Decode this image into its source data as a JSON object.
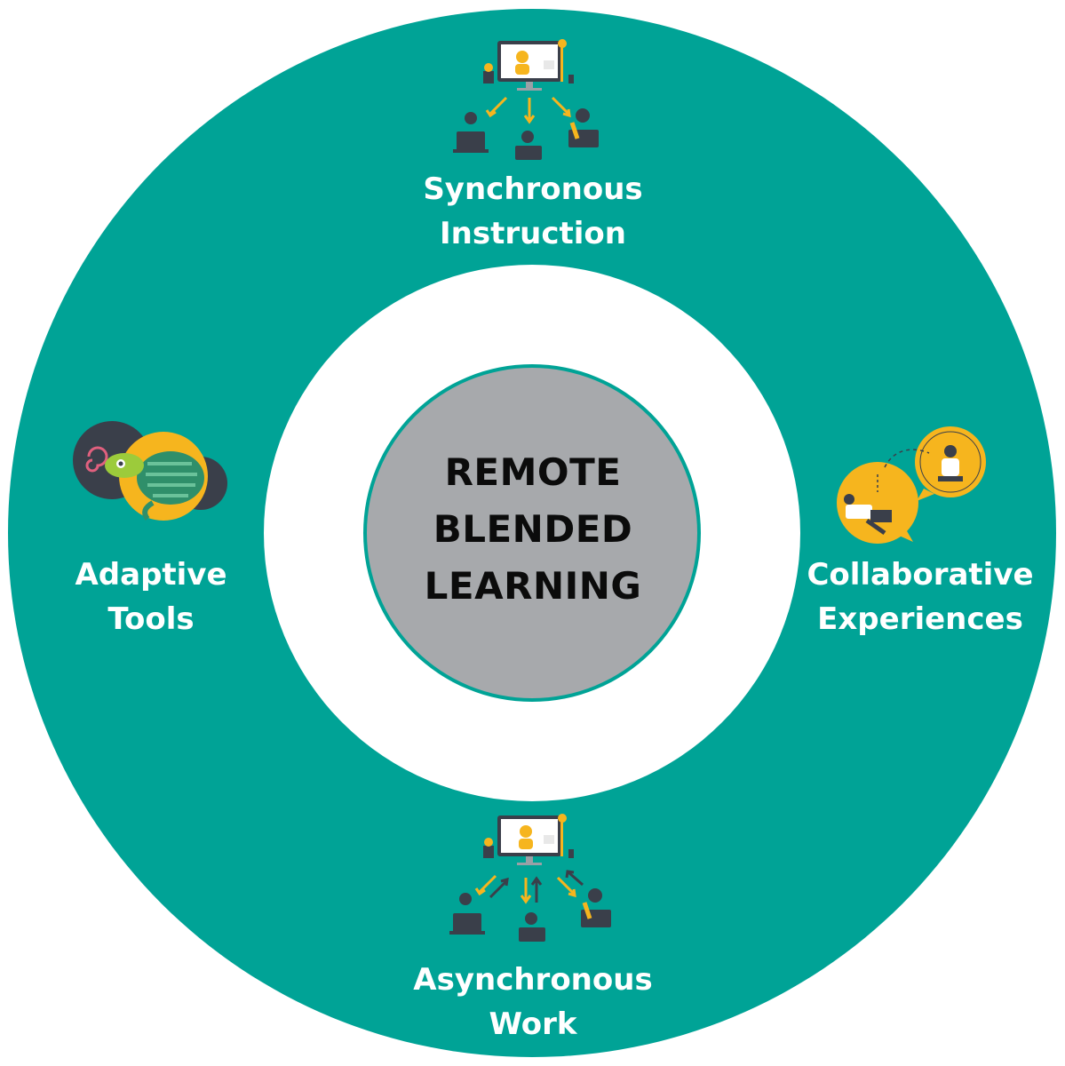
{
  "center": {
    "line1": "REMOTE",
    "line2": "BLENDED",
    "line3": "LEARNING"
  },
  "segments": {
    "top": {
      "line1": "Synchronous",
      "line2": "Instruction",
      "icon": "teacher-broadcast-icon"
    },
    "left": {
      "line1": "Adaptive",
      "line2": "Tools",
      "icon": "chameleon-icon"
    },
    "right": {
      "line1": "Collaborative",
      "line2": "Experiences",
      "icon": "chat-bubbles-icon"
    },
    "bottom": {
      "line1": "Asynchronous",
      "line2": "Work",
      "icon": "two-way-broadcast-icon"
    }
  },
  "colors": {
    "ring": "#00A396",
    "inner_white": "#ffffff",
    "center_fill": "#A7A9AC",
    "accent_yellow": "#F6B51E",
    "dark": "#3A3F4A",
    "label": "#ffffff"
  }
}
